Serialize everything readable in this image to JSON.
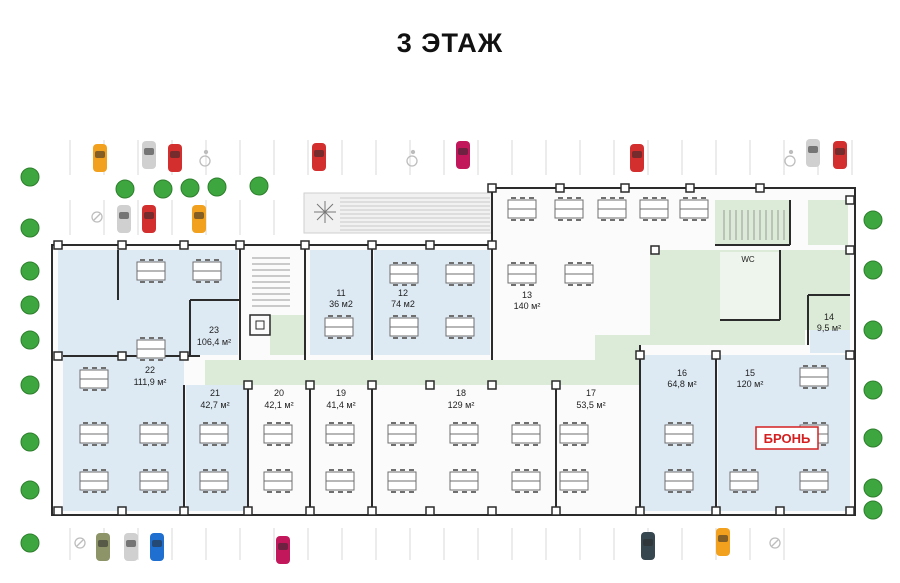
{
  "title": "3 ЭТАЖ",
  "colors": {
    "office_fill": "#ddeaf4",
    "corridor_fill": "#dcebd7",
    "wall": "#2b2b2b",
    "booked": "#d42020",
    "tree": "#3ea63e"
  },
  "rooms": [
    {
      "id": "11",
      "number": "11",
      "area": "36 м2",
      "status": "office"
    },
    {
      "id": "12",
      "number": "12",
      "area": "74 м2",
      "status": "office"
    },
    {
      "id": "13",
      "number": "13",
      "area": "140 м²",
      "status": "common"
    },
    {
      "id": "14",
      "number": "14",
      "area": "9,5 м²",
      "status": "office"
    },
    {
      "id": "15",
      "number": "15",
      "area": "120 м²",
      "status": "booked"
    },
    {
      "id": "16",
      "number": "16",
      "area": "64,8 м²",
      "status": "office"
    },
    {
      "id": "17",
      "number": "17",
      "area": "53,5 м²",
      "status": "common"
    },
    {
      "id": "18",
      "number": "18",
      "area": "129 м²",
      "status": "common"
    },
    {
      "id": "19",
      "number": "19",
      "area": "41,4 м²",
      "status": "common"
    },
    {
      "id": "20",
      "number": "20",
      "area": "42,1 м²",
      "status": "common"
    },
    {
      "id": "21",
      "number": "21",
      "area": "42,7 м²",
      "status": "office"
    },
    {
      "id": "22",
      "number": "22",
      "area": "111,9 м²",
      "status": "office"
    },
    {
      "id": "23",
      "number": "23",
      "area": "106,4 м²",
      "status": "office"
    }
  ],
  "wc_label": "WC",
  "booked_label": "БРОНЬ",
  "map_icons": {
    "car": "car-icon",
    "tree": "tree-icon",
    "accessible_parking": "wheelchair-icon",
    "no_parking": "no-parking-icon",
    "stairs": "stairs-icon",
    "column": "column-icon"
  }
}
